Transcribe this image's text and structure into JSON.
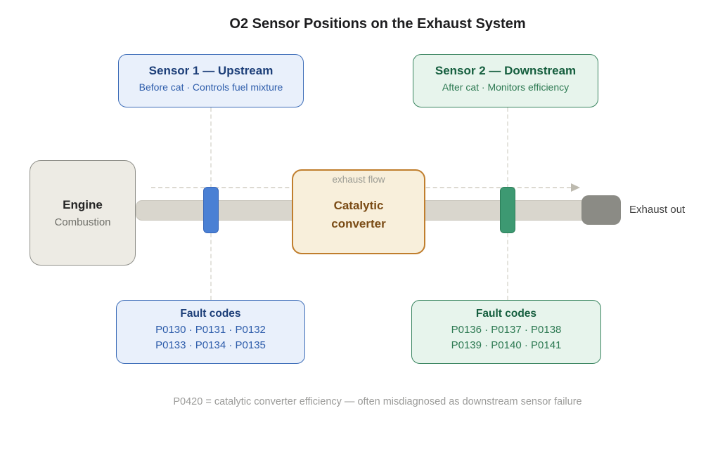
{
  "title": "O2 Sensor Positions on the Exhaust System",
  "colors": {
    "upstream_accent": "#3d6db8",
    "upstream_fill": "#e9f0fb",
    "upstream_marker": "#4a80d4",
    "downstream_accent": "#3a8560",
    "downstream_fill": "#e7f4ec",
    "downstream_marker": "#3d9972",
    "catalytic_border": "#c07e2d",
    "catalytic_fill": "#f8efdb",
    "pipe": "#d9d6cd",
    "engine_fill": "#edebe4",
    "exhaust_tip": "#8b8b85"
  },
  "sensor1_card": {
    "title": "Sensor 1 — Upstream",
    "subtitle": "Before cat · Controls fuel mixture"
  },
  "sensor2_card": {
    "title": "Sensor 2 — Downstream",
    "subtitle": "After cat · Monitors efficiency"
  },
  "engine": {
    "title": "Engine",
    "subtitle": "Combustion"
  },
  "catalytic_converter": {
    "flow_label": "exhaust flow",
    "label": "Catalytic converter"
  },
  "exhaust_out_label": "Exhaust out",
  "fault_codes_upstream": {
    "title": "Fault codes",
    "lines": [
      "P0130 · P0131 · P0132",
      "P0133 · P0134 · P0135"
    ]
  },
  "fault_codes_downstream": {
    "title": "Fault codes",
    "lines": [
      "P0136 · P0137 · P0138",
      "P0139 · P0140 · P0141"
    ]
  },
  "footnote": "P0420 = catalytic converter efficiency — often misdiagnosed as downstream sensor failure"
}
